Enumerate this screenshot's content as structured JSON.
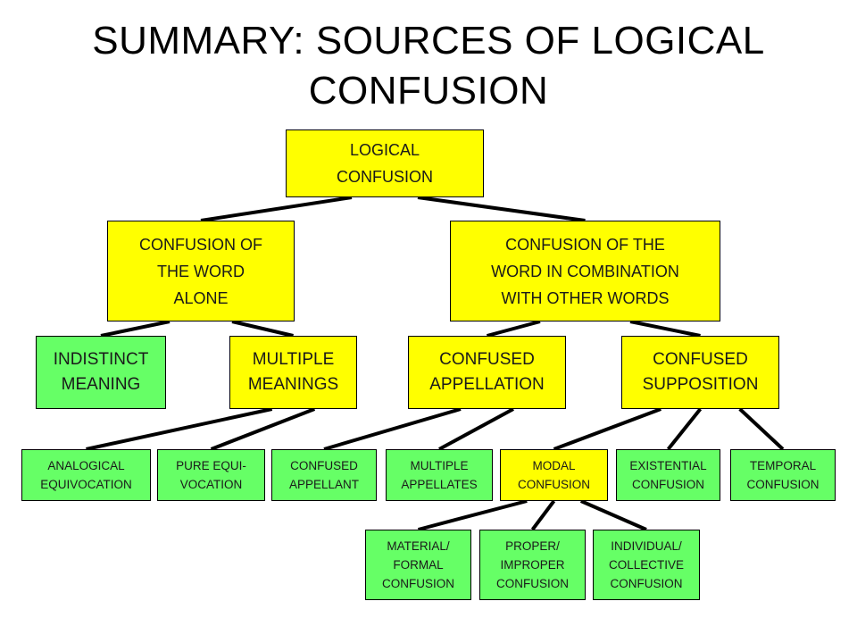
{
  "title": "SUMMARY: SOURCES OF LOGICAL\nCONFUSION",
  "nodes": {
    "root": "LOGICAL\nCONFUSION",
    "word_alone": "CONFUSION OF\nTHE WORD\nALONE",
    "word_combination": "CONFUSION OF THE\nWORD IN COMBINATION\nWITH OTHER WORDS",
    "indistinct_meaning": "INDISTINCT\nMEANING",
    "multiple_meanings": "MULTIPLE\nMEANINGS",
    "confused_appellation": "CONFUSED\nAPPELLATION",
    "confused_supposition": "CONFUSED\nSUPPOSITION",
    "analogical_equivocation": "ANALOGICAL\nEQUIVOCATION",
    "pure_equivocation": "PURE EQUI-\nVOCATION",
    "confused_appellant": "CONFUSED\nAPPELLANT",
    "multiple_appellates": "MULTIPLE\nAPPELLATES",
    "modal_confusion": "MODAL\nCONFUSION",
    "existential_confusion": "EXISTENTIAL\nCONFUSION",
    "temporal_confusion": "TEMPORAL\nCONFUSION",
    "material_formal": "MATERIAL/\nFORMAL\nCONFUSION",
    "proper_improper": "PROPER/\nIMPROPER\nCONFUSION",
    "individual_collective": "INDIVIDUAL/\nCOLLECTIVE\nCONFUSION"
  },
  "edges": [
    [
      "root",
      "word_alone"
    ],
    [
      "root",
      "word_combination"
    ],
    [
      "word_alone",
      "indistinct_meaning"
    ],
    [
      "word_alone",
      "multiple_meanings"
    ],
    [
      "word_combination",
      "confused_appellation"
    ],
    [
      "word_combination",
      "confused_supposition"
    ],
    [
      "multiple_meanings",
      "analogical_equivocation"
    ],
    [
      "multiple_meanings",
      "pure_equivocation"
    ],
    [
      "confused_appellation",
      "confused_appellant"
    ],
    [
      "confused_appellation",
      "multiple_appellates"
    ],
    [
      "confused_supposition",
      "modal_confusion"
    ],
    [
      "confused_supposition",
      "existential_confusion"
    ],
    [
      "confused_supposition",
      "temporal_confusion"
    ],
    [
      "modal_confusion",
      "material_formal"
    ],
    [
      "modal_confusion",
      "proper_improper"
    ],
    [
      "modal_confusion",
      "individual_collective"
    ]
  ],
  "colors": {
    "category": "#ffff00",
    "leaf": "#66ff66",
    "connector": "#000000"
  }
}
